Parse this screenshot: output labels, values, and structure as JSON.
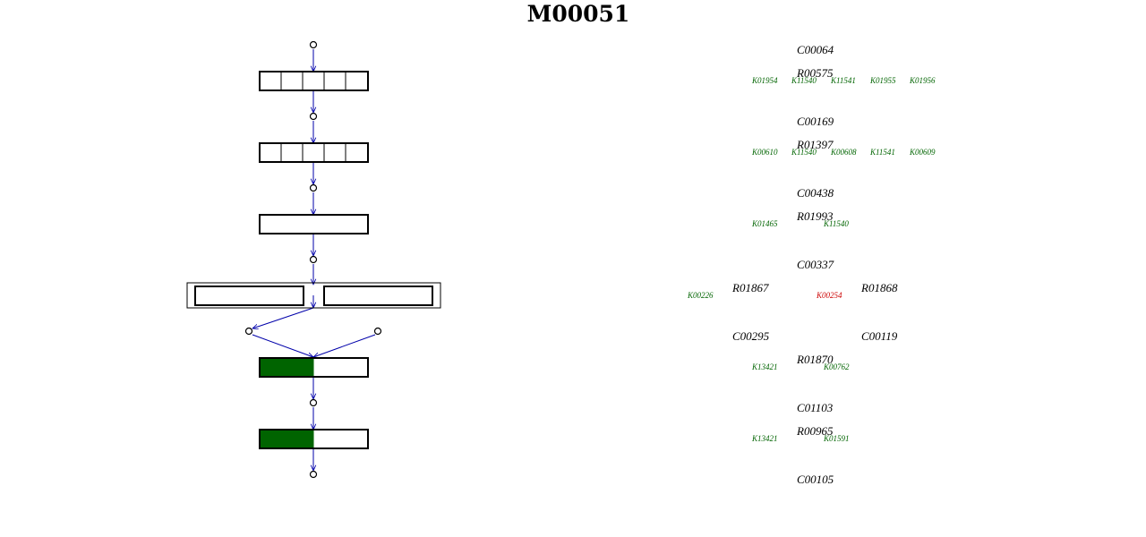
{
  "title": "M00051",
  "colors": {
    "complete": "#006400",
    "empty": "#ffffff",
    "ko_present": "#006400",
    "ko_missing": "#cc0000",
    "arrow": "#0000aa"
  },
  "compounds": [
    {
      "id": "C00064"
    },
    {
      "id": "C00169"
    },
    {
      "id": "C00438"
    },
    {
      "id": "C00337"
    },
    {
      "id": "C00295"
    },
    {
      "id": "C00119"
    },
    {
      "id": "C01103"
    },
    {
      "id": "C00105"
    }
  ],
  "reactions": [
    {
      "id": "R00575",
      "kos": [
        {
          "id": "K01954",
          "found": true
        },
        {
          "id": "K11540",
          "found": true
        },
        {
          "id": "K11541",
          "found": true
        },
        {
          "id": "K01955",
          "found": true
        },
        {
          "id": "K01956",
          "found": true
        }
      ]
    },
    {
      "id": "R01397",
      "kos": [
        {
          "id": "K00610",
          "found": true
        },
        {
          "id": "K11540",
          "found": true
        },
        {
          "id": "K00608",
          "found": true
        },
        {
          "id": "K11541",
          "found": true
        },
        {
          "id": "K00609",
          "found": true
        }
      ]
    },
    {
      "id": "R01993",
      "kos": [
        {
          "id": "K01465",
          "found": true
        },
        {
          "id": "K11540",
          "found": true
        }
      ]
    },
    {
      "id": "R01867",
      "kos": [
        {
          "id": "K00226",
          "found": true
        }
      ]
    },
    {
      "id": "R01868",
      "kos": [
        {
          "id": "K00254",
          "found": false
        }
      ]
    },
    {
      "id": "R01870",
      "kos": [
        {
          "id": "K13421",
          "found": true
        },
        {
          "id": "K00762",
          "found": true
        }
      ]
    },
    {
      "id": "R00965",
      "kos": [
        {
          "id": "K13421",
          "found": true
        },
        {
          "id": "K01591",
          "found": true
        }
      ]
    }
  ],
  "steps": [
    {
      "type": "segmented",
      "cells": [
        false,
        false,
        false,
        false,
        false
      ]
    },
    {
      "type": "segmented",
      "cells": [
        false,
        false,
        false,
        false,
        false
      ]
    },
    {
      "type": "single",
      "fill": 0
    },
    {
      "type": "alternatives",
      "count": 2
    },
    {
      "type": "single",
      "fill": 0.5
    },
    {
      "type": "single",
      "fill": 0.5
    }
  ]
}
